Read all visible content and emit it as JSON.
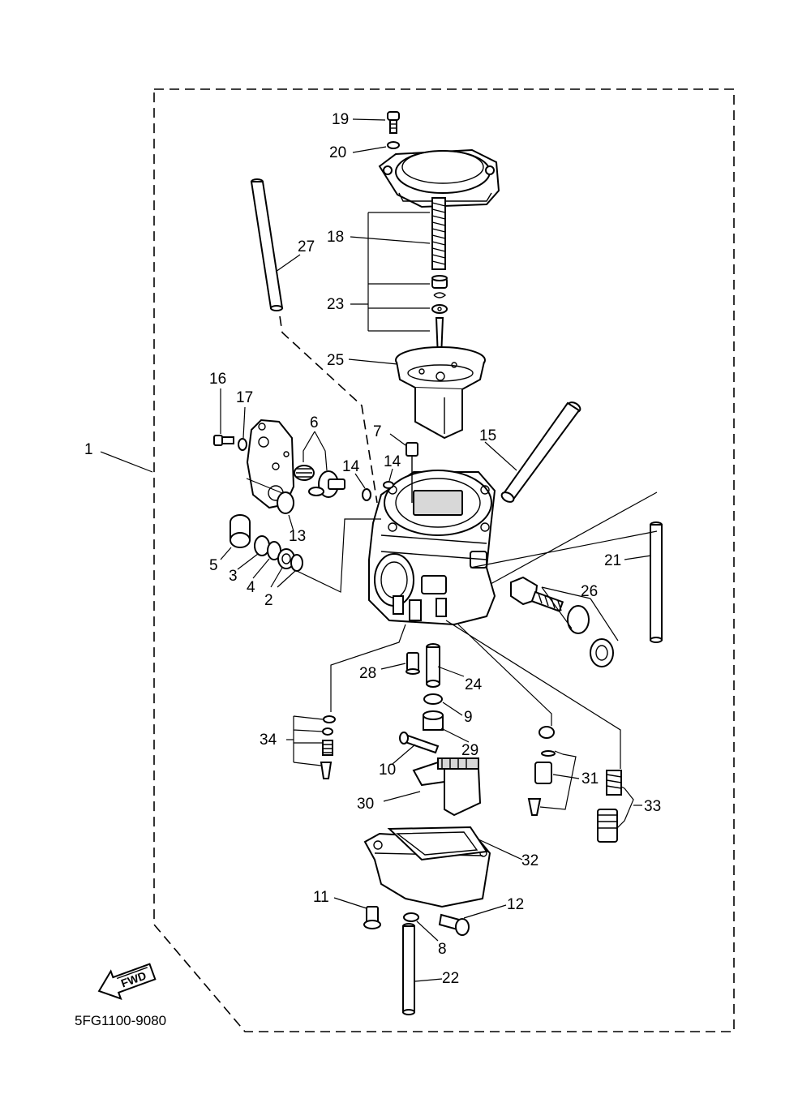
{
  "diagram": {
    "drawing_code": "5FG1100-9080",
    "fwd_label": "FWD",
    "callouts": {
      "c1": "1",
      "c2": "2",
      "c3": "3",
      "c4": "4",
      "c5": "5",
      "c6": "6",
      "c7": "7",
      "c8": "8",
      "c9": "9",
      "c10": "10",
      "c11": "11",
      "c12": "12",
      "c13": "13",
      "c14a": "14",
      "c14b": "14",
      "c15": "15",
      "c16": "16",
      "c17": "17",
      "c18": "18",
      "c19": "19",
      "c20": "20",
      "c21": "21",
      "c22": "22",
      "c23": "23",
      "c24": "24",
      "c25": "25",
      "c26": "26",
      "c27": "27",
      "c28": "28",
      "c29": "29",
      "c30": "30",
      "c31": "31",
      "c32": "32",
      "c33": "33",
      "c34": "34"
    }
  }
}
